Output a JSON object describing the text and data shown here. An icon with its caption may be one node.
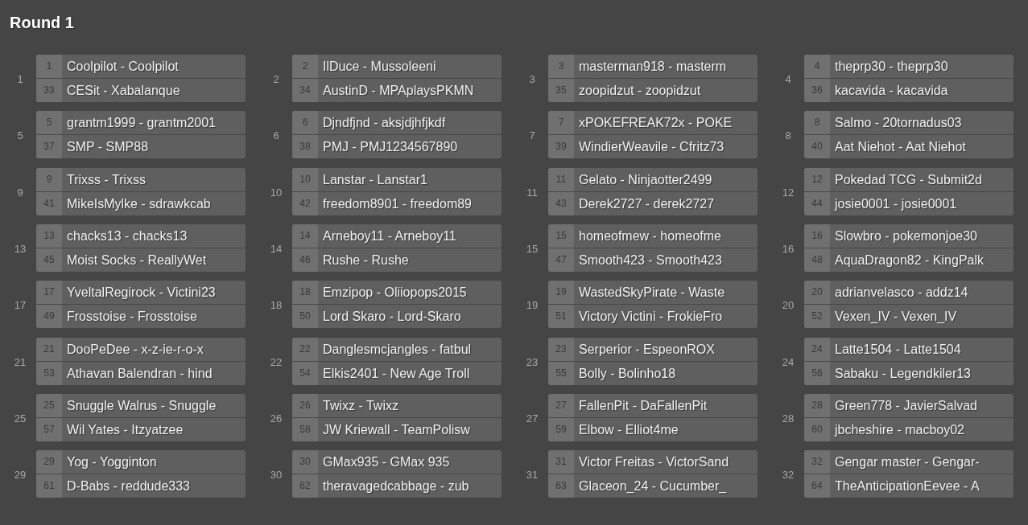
{
  "diagram": {
    "title": "Round 1",
    "nodes": [
      {
        "text": [],
        "shape": "box",
        "beside": [
          "1"
        ]
      },
      {
        "text": [
          "1",
          "Coolpilot - Coolpilot"
        ],
        "in": 0
      },
      {
        "text": [
          "33",
          "CESit - Xabalanque"
        ],
        "in": 0
      },
      {
        "text": [],
        "shape": "box",
        "beside": [
          "2"
        ]
      },
      {
        "text": [
          "2",
          "IlDuce - Mussoleeni"
        ],
        "in": 3
      },
      {
        "text": [
          "34",
          "AustinD - MPAplaysPKMN"
        ],
        "in": 3
      },
      {
        "text": [],
        "shape": "box",
        "beside": [
          "3"
        ]
      },
      {
        "text": [
          "3",
          "masterman918 - masterm"
        ],
        "in": 6
      },
      {
        "text": [
          "35",
          "zoopidzut - zoopidzut"
        ],
        "in": 6
      },
      {
        "text": [],
        "shape": "box",
        "beside": [
          "4"
        ]
      },
      {
        "text": [
          "4",
          "theprp30 - theprp30"
        ],
        "in": 9
      },
      {
        "text": [
          "36",
          "kacavida - kacavida"
        ],
        "in": 9
      },
      {
        "text": [],
        "shape": "box",
        "beside": [
          "5"
        ]
      },
      {
        "text": [
          "5",
          "grantm1999 - grantm2001"
        ],
        "in": 12
      },
      {
        "text": [
          "37",
          "SMP - SMP88"
        ],
        "in": 12
      },
      {
        "text": [],
        "shape": "box",
        "beside": [
          "6"
        ]
      },
      {
        "text": [
          "6",
          "Djndfjnd - aksjdjhfjkdf"
        ],
        "in": 15
      },
      {
        "text": [
          "38",
          "PMJ - PMJ1234567890"
        ],
        "in": 15
      },
      {
        "text": [],
        "shape": "box",
        "beside": [
          "7"
        ]
      },
      {
        "text": [
          "7",
          "xPOKEFREAK72x - POKE"
        ],
        "in": 18
      },
      {
        "text": [
          "39",
          "WindierWeavile - Cfritz73"
        ],
        "in": 18
      },
      {
        "text": [],
        "shape": "box",
        "beside": [
          "8"
        ]
      },
      {
        "text": [
          "8",
          "Salmo - 20tornadus03"
        ],
        "in": 21
      },
      {
        "text": [
          "40",
          "Aat Niehot - Aat Niehot"
        ],
        "in": 21
      },
      {
        "text": [],
        "shape": "box",
        "beside": [
          "9"
        ]
      },
      {
        "text": [
          "9",
          "Trixss - Trixss"
        ],
        "in": 24
      },
      {
        "text": [
          "41",
          "MikeIsMylke - sdrawkcab"
        ],
        "in": 24
      },
      {
        "text": [],
        "shape": "box",
        "beside": [
          "10"
        ]
      },
      {
        "text": [
          "10",
          "Lanstar - Lanstar1"
        ],
        "in": 27
      },
      {
        "text": [
          "42",
          "freedom8901 - freedom89"
        ],
        "in": 27
      },
      {
        "text": [],
        "shape": "box",
        "beside": [
          "11"
        ]
      },
      {
        "text": [
          "11",
          "Gelato - Ninjaotter2499"
        ],
        "in": 30
      },
      {
        "text": [
          "43",
          "Derek2727 - derek2727"
        ],
        "in": 30
      },
      {
        "text": [],
        "shape": "box",
        "beside": [
          "12"
        ]
      },
      {
        "text": [
          "12",
          "Pokedad TCG - Submit2d"
        ],
        "in": 33
      },
      {
        "text": [
          "44",
          "josie0001 - josie0001"
        ],
        "in": 33
      },
      {
        "text": [],
        "shape": "box",
        "beside": [
          "13"
        ]
      },
      {
        "text": [
          "13",
          "chacks13 - chacks13"
        ],
        "in": 36
      },
      {
        "text": [
          "45",
          "Moist Socks - ReallyWet"
        ],
        "in": 36
      },
      {
        "text": [],
        "shape": "box",
        "beside": [
          "14"
        ]
      },
      {
        "text": [
          "14",
          "Arneboy11 - Arneboy11"
        ],
        "in": 39
      },
      {
        "text": [
          "46",
          "Rushe - Rushe"
        ],
        "in": 39
      },
      {
        "text": [],
        "shape": "box",
        "beside": [
          "15"
        ]
      },
      {
        "text": [
          "15",
          "homeofmew - homeofme"
        ],
        "in": 42
      },
      {
        "text": [
          "47",
          "Smooth423 - Smooth423"
        ],
        "in": 42
      },
      {
        "text": [],
        "shape": "box",
        "beside": [
          "16"
        ]
      },
      {
        "text": [
          "16",
          "Slowbro - pokemonjoe30"
        ],
        "in": 45
      },
      {
        "text": [
          "48",
          "AquaDragon82 - KingPalk"
        ],
        "in": 45
      },
      {
        "text": [],
        "shape": "box",
        "beside": [
          "17"
        ]
      },
      {
        "text": [
          "17",
          "YveltalRegirock - Victini23"
        ],
        "in": 48
      },
      {
        "text": [
          "49",
          "Frosstoise - Frosstoise"
        ],
        "in": 48
      },
      {
        "text": [],
        "shape": "box",
        "beside": [
          "18"
        ]
      },
      {
        "text": [
          "18",
          "Emzipop - Oliiopops2015"
        ],
        "in": 51
      },
      {
        "text": [
          "50",
          "Lord Skaro - Lord-Skaro"
        ],
        "in": 51
      },
      {
        "text": [],
        "shape": "box",
        "beside": [
          "19"
        ]
      },
      {
        "text": [
          "19",
          "WastedSkyPirate - Waste"
        ],
        "in": 54
      },
      {
        "text": [
          "51",
          "Victory Victini - FrokieFro"
        ],
        "in": 54
      },
      {
        "text": [],
        "shape": "box",
        "beside": [
          "20"
        ]
      },
      {
        "text": [
          "20",
          "adrianvelasco - addz14"
        ],
        "in": 57
      },
      {
        "text": [
          "52",
          "Vexen_IV - Vexen_IV"
        ],
        "in": 57
      },
      {
        "text": [],
        "shape": "box",
        "beside": [
          "21"
        ]
      },
      {
        "text": [
          "21",
          "DooPeDee - x-z-ie-r-o-x"
        ],
        "in": 60
      },
      {
        "text": [
          "53",
          "Athavan Balendran - hind"
        ],
        "in": 60
      },
      {
        "text": [],
        "shape": "box",
        "beside": [
          "22"
        ]
      },
      {
        "text": [
          "22",
          "Danglesmcjangles - fatbul"
        ],
        "in": 63
      },
      {
        "text": [
          "54",
          "Elkis2401 - New Age Troll"
        ],
        "in": 63
      },
      {
        "text": [],
        "shape": "box",
        "beside": [
          "23"
        ]
      },
      {
        "text": [
          "23",
          "Serperior - EspeonROX"
        ],
        "in": 66
      },
      {
        "text": [
          "55",
          "Bolly - Bolinho18"
        ],
        "in": 66
      },
      {
        "text": [],
        "shape": "box",
        "beside": [
          "24"
        ]
      },
      {
        "text": [
          "24",
          "Latte1504 - Latte1504"
        ],
        "in": 69
      },
      {
        "text": [
          "56",
          "Sabaku - Legendkiler13"
        ],
        "in": 69
      },
      {
        "text": [],
        "shape": "box",
        "beside": [
          "25"
        ]
      },
      {
        "text": [
          "25",
          "Snuggle Walrus - Snuggle"
        ],
        "in": 72
      },
      {
        "text": [
          "57",
          "Wil Yates - Itzyatzee"
        ],
        "in": 72
      },
      {
        "text": [],
        "shape": "box",
        "beside": [
          "26"
        ]
      },
      {
        "text": [
          "26",
          "Twixz - Twixz"
        ],
        "in": 75
      },
      {
        "text": [
          "58",
          "JW Kriewall - TeamPolisw"
        ],
        "in": 75
      },
      {
        "text": [],
        "shape": "box",
        "beside": [
          "27"
        ]
      },
      {
        "text": [
          "27",
          "FallenPit - DaFallenPit"
        ],
        "in": 78
      },
      {
        "text": [
          "59",
          "Elbow - Elliot4me"
        ],
        "in": 78
      },
      {
        "text": [],
        "shape": "box",
        "beside": [
          "28"
        ]
      },
      {
        "text": [
          "28",
          "Green778 - JavierSalvad"
        ],
        "in": 81
      },
      {
        "text": [
          "60",
          "jbcheshire - macboy02"
        ],
        "in": 81
      },
      {
        "text": [],
        "shape": "box",
        "beside": [
          "29"
        ]
      },
      {
        "text": [
          "29",
          "Yog - Yogginton"
        ],
        "in": 84
      },
      {
        "text": [
          "61",
          "D-Babs - reddude333"
        ],
        "in": 84
      },
      {
        "text": [],
        "shape": "box",
        "beside": [
          "30"
        ]
      },
      {
        "text": [
          "30",
          "GMax935 - GMax 935"
        ],
        "in": 87
      },
      {
        "text": [
          "62",
          "theravagedcabbage - zub"
        ],
        "in": 87
      },
      {
        "text": [],
        "shape": "box",
        "beside": [
          "31"
        ]
      },
      {
        "text": [
          "31",
          "Victor Freitas - VictorSand"
        ],
        "in": 90
      },
      {
        "text": [
          "63",
          "Glaceon_24 - Cucumber_"
        ],
        "in": 90
      },
      {
        "text": [],
        "shape": "box",
        "beside": [
          "32"
        ]
      },
      {
        "text": [
          "32",
          "Gengar master - Gengar-"
        ],
        "in": 93
      },
      {
        "text": [
          "64",
          "TheAnticipationEevee - A"
        ],
        "in": 93
      }
    ]
  }
}
